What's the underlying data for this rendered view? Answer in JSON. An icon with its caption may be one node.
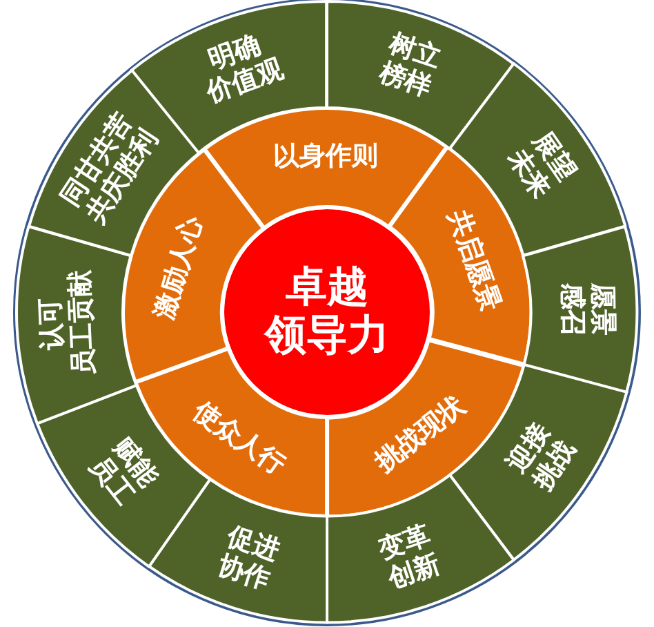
{
  "diagram": {
    "nodes": [
      {
        "text": [
          "卓越领导力"
        ]
      },
      {
        "text": [
          "以身作则"
        ]
      },
      {
        "text": [
          "共启愿景"
        ]
      },
      {
        "text": [
          "挑战现状"
        ]
      },
      {
        "text": [
          "使众人行"
        ]
      },
      {
        "text": [
          "激励人心"
        ]
      },
      {
        "text": [
          "明确价值观"
        ]
      },
      {
        "text": [
          "树立榜样"
        ]
      },
      {
        "text": [
          "展望未来"
        ]
      },
      {
        "text": [
          "愿景感召"
        ]
      },
      {
        "text": [
          "迎接挑战"
        ]
      },
      {
        "text": [
          "变革创新"
        ]
      },
      {
        "text": [
          "促进协作"
        ]
      },
      {
        "text": [
          "赋能员工"
        ]
      },
      {
        "text": [
          "认可员工贡献"
        ]
      },
      {
        "text": [
          "同甘共苦共庆胜利"
        ]
      }
    ]
  }
}
